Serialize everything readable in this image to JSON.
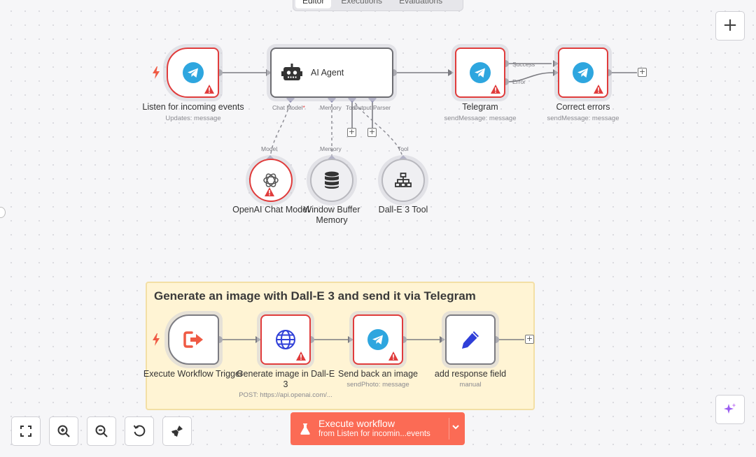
{
  "tabs": [
    "Editor",
    "Executions",
    "Evaluations"
  ],
  "nodes": {
    "listen": {
      "title": "Listen for incoming events",
      "subtitle": "Updates: message"
    },
    "agent": {
      "title": "AI Agent",
      "ports": {
        "chat_model": "Chat Model",
        "required_mark": "*",
        "memory": "Memory",
        "tool": "Tool",
        "output_parser": "Output Parser"
      }
    },
    "telegram": {
      "title": "Telegram",
      "subtitle": "sendMessage: message",
      "out_success": "Success",
      "out_error": "Error"
    },
    "correct": {
      "title": "Correct errors",
      "subtitle": "sendMessage: message"
    },
    "openai": {
      "title": "OpenAI Chat Model",
      "port": "Model"
    },
    "memory": {
      "title_line1": "Window Buffer",
      "title_line2": "Memory",
      "port": "Memory"
    },
    "dalle_tool": {
      "title": "Dall-E 3 Tool",
      "port": "Tool"
    },
    "exec_trigger": {
      "title": "Execute Workflow Trigger"
    },
    "generate": {
      "title_line1": "Generate image in Dall-E",
      "title_line2": "3",
      "subtitle": "POST: https://api.openai.com/..."
    },
    "send_back": {
      "title": "Send back an image",
      "subtitle": "sendPhoto: message"
    },
    "add_field": {
      "title": "add response field",
      "subtitle": "manual"
    }
  },
  "sticky": {
    "title": "Generate an image with Dall-E 3 and send it via Telegram"
  },
  "controls": {
    "add_node": "+",
    "execute_title": "Execute workflow",
    "execute_sub": "from Listen for incomin...events"
  },
  "colors": {
    "error_border": "#e03c3c",
    "execute_button": "#fb6b55",
    "telegram": "#2ea6df",
    "trigger_bolt": "#ef5a44",
    "sticky_bg": "#fff4d4"
  }
}
